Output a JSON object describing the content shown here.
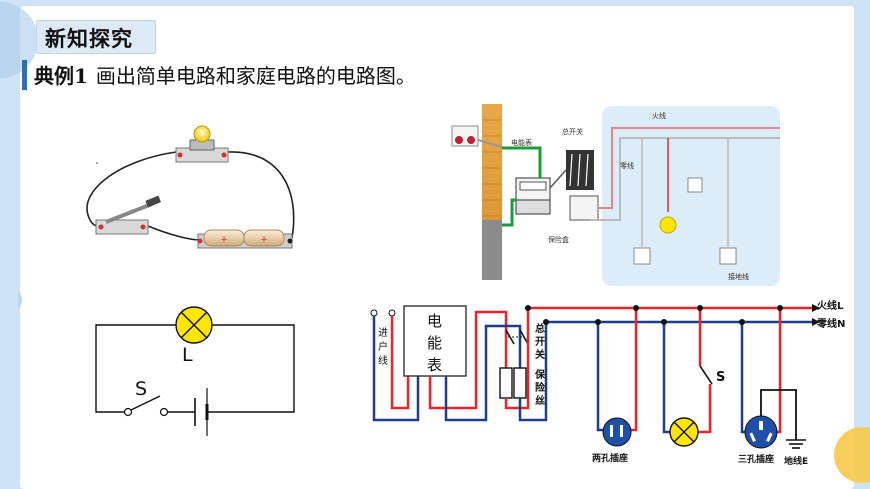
{
  "header": {
    "tag": "新知探究"
  },
  "example": {
    "number": "典例1",
    "text": "画出简单电路和家庭电路的电路图。"
  },
  "simple_circuit": {
    "lamp_label": "L",
    "switch_label": "S"
  },
  "wiring_photo": {
    "meter_label": "电能表",
    "main_switch_label": "总开关",
    "fuse_label": "保险盒",
    "live_label": "火线",
    "neutral_label": "零线",
    "ground_label": "接地线"
  },
  "household_diagram": {
    "live_wire": "火线L",
    "neutral_wire": "零线N",
    "entry_wire": [
      "进",
      "户",
      "线"
    ],
    "meter": [
      "电",
      "能",
      "表"
    ],
    "main_switch": [
      "总",
      "开",
      "关"
    ],
    "fuse": [
      "保",
      "险",
      "丝"
    ],
    "switch_label": "S",
    "two_hole_socket": "两孔插座",
    "three_hole_socket": "三孔插座",
    "ground_wire": "地线E"
  },
  "colors": {
    "accent": "#2d6fb6",
    "live": "#e5262d",
    "neutral": "#1e3c8c",
    "bulb": "#ffe600",
    "socket": "#1f4fa8"
  }
}
